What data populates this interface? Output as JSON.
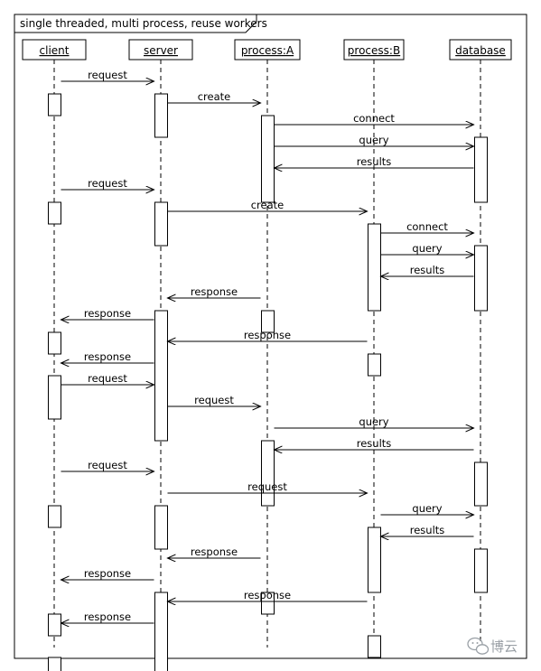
{
  "frame_title": "single threaded, multi process, reuse workers",
  "participants": [
    "client",
    "server",
    "process:A",
    "process:B",
    "database"
  ],
  "activations": [
    {
      "p": 0,
      "from": 1,
      "to": 1
    },
    {
      "p": 1,
      "from": 1,
      "to": 2
    },
    {
      "p": 2,
      "from": 2,
      "to": 5
    },
    {
      "p": 4,
      "from": 3,
      "to": 5
    },
    {
      "p": 0,
      "from": 6,
      "to": 6
    },
    {
      "p": 1,
      "from": 6,
      "to": 7
    },
    {
      "p": 3,
      "from": 7,
      "to": 10
    },
    {
      "p": 4,
      "from": 8,
      "to": 10
    },
    {
      "p": 1,
      "from": 11,
      "to": 16
    },
    {
      "p": 2,
      "from": 11,
      "to": 11
    },
    {
      "p": 0,
      "from": 12,
      "to": 12
    },
    {
      "p": 3,
      "from": 13,
      "to": 13
    },
    {
      "p": 0,
      "from": 14,
      "to": 15
    },
    {
      "p": 2,
      "from": 17,
      "to": 19
    },
    {
      "p": 4,
      "from": 18,
      "to": 19
    },
    {
      "p": 0,
      "from": 20,
      "to": 20
    },
    {
      "p": 1,
      "from": 20,
      "to": 21
    },
    {
      "p": 3,
      "from": 21,
      "to": 23
    },
    {
      "p": 4,
      "from": 22,
      "to": 23
    },
    {
      "p": 1,
      "from": 24,
      "to": 28
    },
    {
      "p": 2,
      "from": 24,
      "to": 24
    },
    {
      "p": 0,
      "from": 25,
      "to": 25
    },
    {
      "p": 3,
      "from": 26,
      "to": 26
    },
    {
      "p": 0,
      "from": 27,
      "to": 28
    }
  ],
  "messages": [
    {
      "from": 0,
      "to": 1,
      "label": "request"
    },
    {
      "from": 1,
      "to": 2,
      "label": "create"
    },
    {
      "from": 2,
      "to": 4,
      "label": "connect"
    },
    {
      "from": 2,
      "to": 4,
      "label": "query"
    },
    {
      "from": 4,
      "to": 2,
      "label": "results"
    },
    {
      "from": 0,
      "to": 1,
      "label": "request"
    },
    {
      "from": 1,
      "to": 3,
      "label": "create"
    },
    {
      "from": 3,
      "to": 4,
      "label": "connect"
    },
    {
      "from": 3,
      "to": 4,
      "label": "query"
    },
    {
      "from": 4,
      "to": 3,
      "label": "results"
    },
    {
      "from": 2,
      "to": 1,
      "label": "response"
    },
    {
      "from": 1,
      "to": 0,
      "label": "response"
    },
    {
      "from": 3,
      "to": 1,
      "label": "response"
    },
    {
      "from": 1,
      "to": 0,
      "label": "response"
    },
    {
      "from": 0,
      "to": 1,
      "label": "request"
    },
    {
      "from": 1,
      "to": 2,
      "label": "request"
    },
    {
      "from": 2,
      "to": 4,
      "label": "query"
    },
    {
      "from": 4,
      "to": 2,
      "label": "results"
    },
    {
      "from": 0,
      "to": 1,
      "label": "request"
    },
    {
      "from": 1,
      "to": 3,
      "label": "request"
    },
    {
      "from": 3,
      "to": 4,
      "label": "query"
    },
    {
      "from": 4,
      "to": 3,
      "label": "results"
    },
    {
      "from": 2,
      "to": 1,
      "label": "response"
    },
    {
      "from": 1,
      "to": 0,
      "label": "response"
    },
    {
      "from": 3,
      "to": 1,
      "label": "response"
    },
    {
      "from": 1,
      "to": 0,
      "label": "response"
    }
  ],
  "watermark": {
    "text": "博云",
    "icon": "wechat-icon"
  }
}
